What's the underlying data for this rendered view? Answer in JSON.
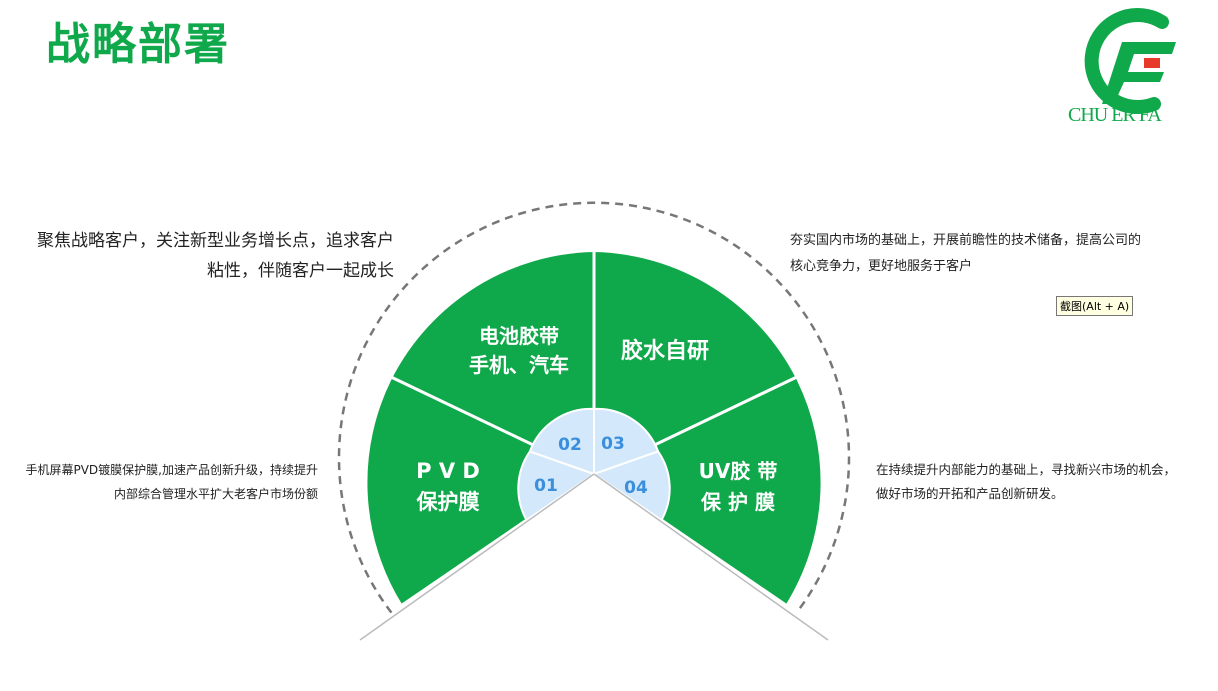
{
  "title": "战略部署",
  "logo": {
    "text": "CHU ER FA"
  },
  "descriptions": {
    "top_left": "聚焦战略客户，关注新型业务增长点，追求客户粘性，伴随客户一起成长",
    "top_right": "夯实国内市场的基础上，开展前瞻性的技术储备，提高公司的核心竞争力，更好地服务于客户",
    "bottom_left": "手机屏幕PVD镀膜保护膜,加速产品创新升级，持续提升内部综合管理水平扩大老客户市场份额",
    "bottom_right": "在持续提升内部能力的基础上，寻找新兴市场的机会，做好市场的开拓和产品创新研发。"
  },
  "tooltip": "截图(Alt + A)",
  "segments": [
    {
      "num": "01",
      "line1": "P V D",
      "line2": "保护膜"
    },
    {
      "num": "02",
      "line1": "电池胶带",
      "line2": "手机、汽车"
    },
    {
      "num": "03",
      "line1": "胶水自研",
      "line2": ""
    },
    {
      "num": "04",
      "line1": "UV胶  带",
      "line2": "保  护  膜"
    }
  ],
  "colors": {
    "primary_green": "#0fa84a",
    "inner_blue": "#d3e8fb",
    "number_blue": "#3a8fdc",
    "logo_red": "#e83a2a"
  }
}
